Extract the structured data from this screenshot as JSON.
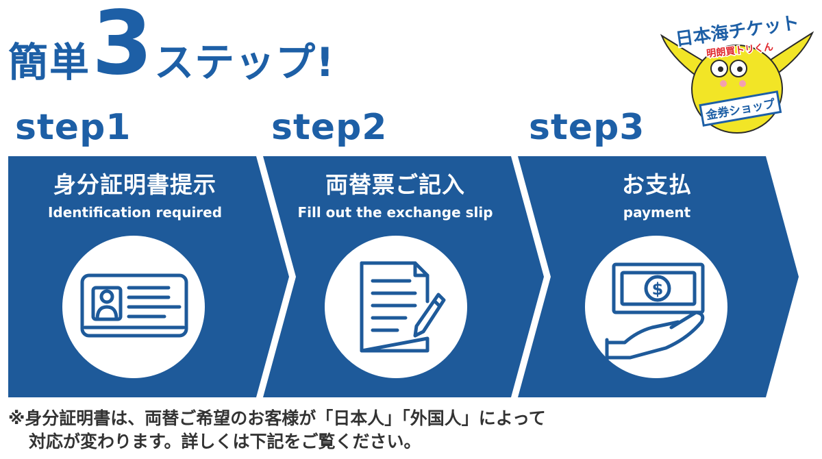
{
  "title": {
    "part1": "簡単",
    "number": "3",
    "part2": "ステップ!"
  },
  "steps": [
    {
      "label": "step1",
      "jp": "身分証明書提示",
      "en": "Identification required",
      "icon": "id-card-icon"
    },
    {
      "label": "step2",
      "jp": "両替票ご記入",
      "en": "Fill out the exchange slip",
      "icon": "document-pen-icon"
    },
    {
      "label": "step3",
      "jp": "お支払",
      "en": "payment",
      "icon": "hand-money-icon"
    }
  ],
  "note": {
    "line1": "※身分証明書は、両替ご希望のお客様が「日本人」「外国人」によって",
    "line2": "対応が変わります。詳しくは下記をご覧ください。"
  },
  "logo": {
    "name": "日本海チケット",
    "sub": "明朗買トリくん",
    "tag": "金券ショップ"
  },
  "colors": {
    "brand_blue": "#1d5fa6",
    "panel_blue": "#1e5a9a",
    "white": "#ffffff",
    "logo_yellow": "#f2e526",
    "logo_red": "#e0262b"
  }
}
